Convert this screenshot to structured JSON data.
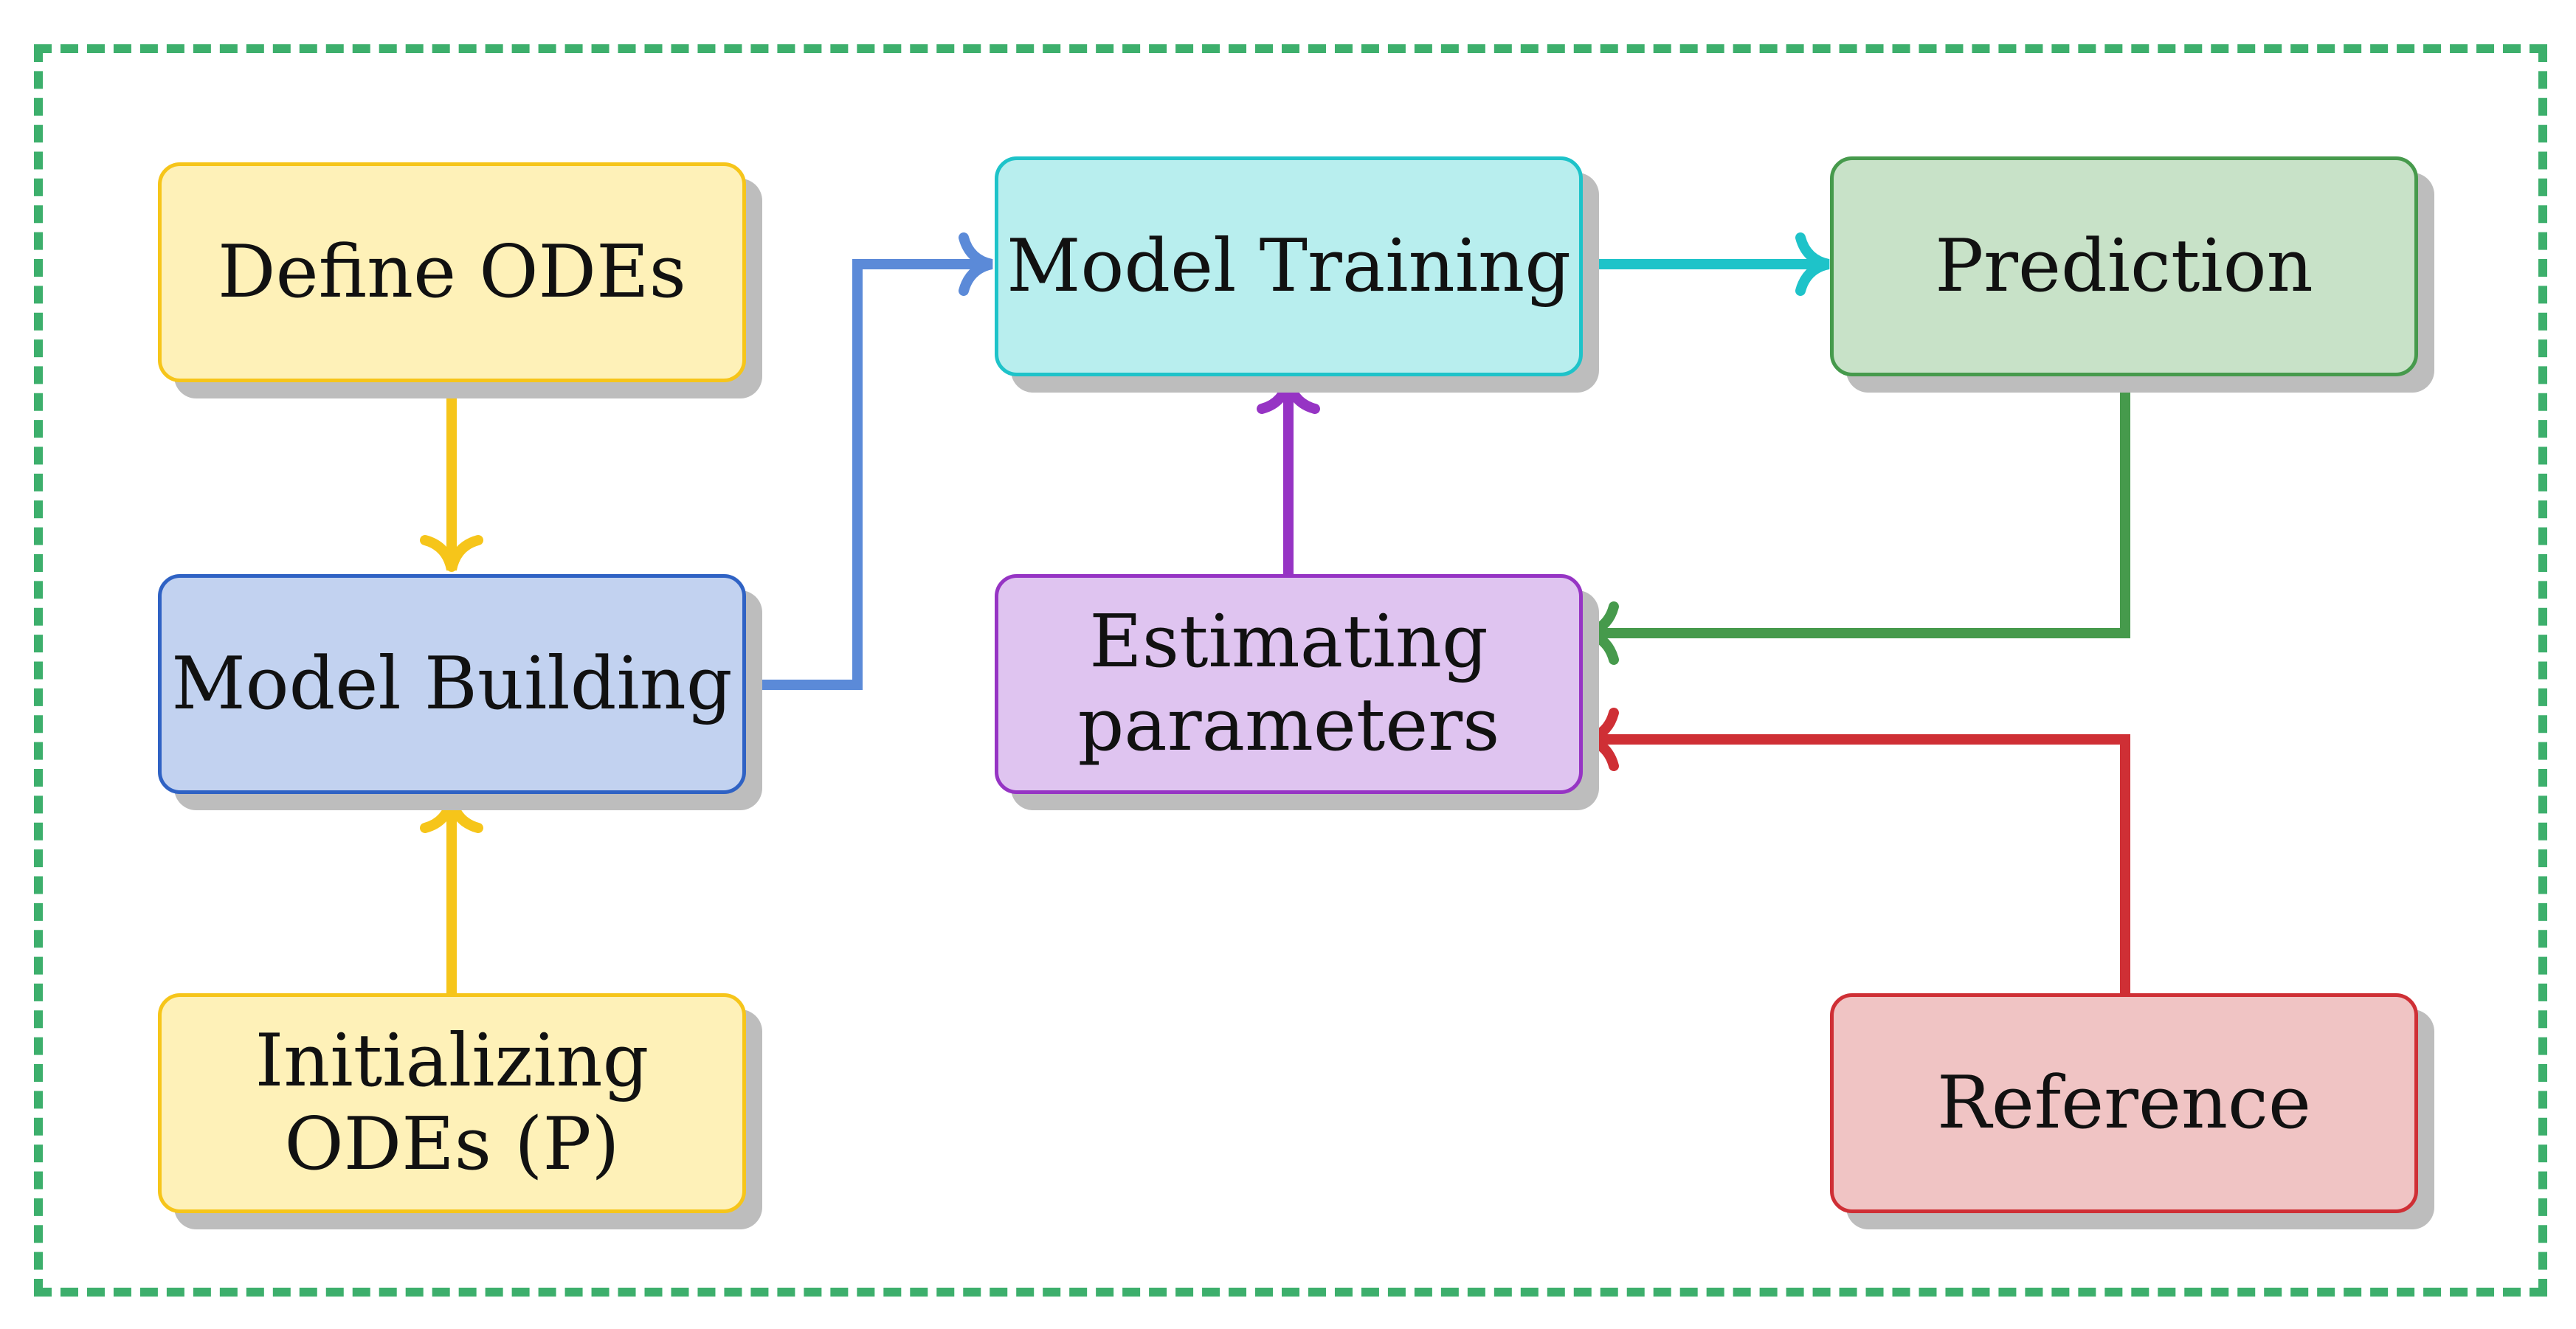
{
  "diagram": {
    "nodes": {
      "define_odes": {
        "label": "Define ODEs"
      },
      "model_building": {
        "label": "Model Building"
      },
      "initializing_odes": {
        "label": "Initializing\nODEs (P)"
      },
      "model_training": {
        "label": "Model Training"
      },
      "estimating_parameters": {
        "label": "Estimating\nparameters"
      },
      "prediction": {
        "label": "Prediction"
      },
      "reference": {
        "label": "Reference"
      }
    },
    "edges": [
      {
        "from": "define_odes",
        "to": "model_building",
        "color": "#f6c51a"
      },
      {
        "from": "initializing_odes",
        "to": "model_building",
        "color": "#f6c51a"
      },
      {
        "from": "model_building",
        "to": "model_training",
        "color": "#5b8ad8"
      },
      {
        "from": "model_training",
        "to": "prediction",
        "color": "#1ec3c9"
      },
      {
        "from": "estimating_parameters",
        "to": "model_training",
        "color": "#9634c4"
      },
      {
        "from": "prediction",
        "to": "estimating_parameters",
        "color": "#469a4c"
      },
      {
        "from": "reference",
        "to": "estimating_parameters",
        "color": "#cf2f35"
      }
    ],
    "colors": {
      "frame": "#3daf6c",
      "yellow": "#f6c51a",
      "blue": "#2f62c4",
      "cyan": "#1ec3c9",
      "green": "#469a4c",
      "purple": "#9634c4",
      "red": "#cf2f35"
    }
  }
}
